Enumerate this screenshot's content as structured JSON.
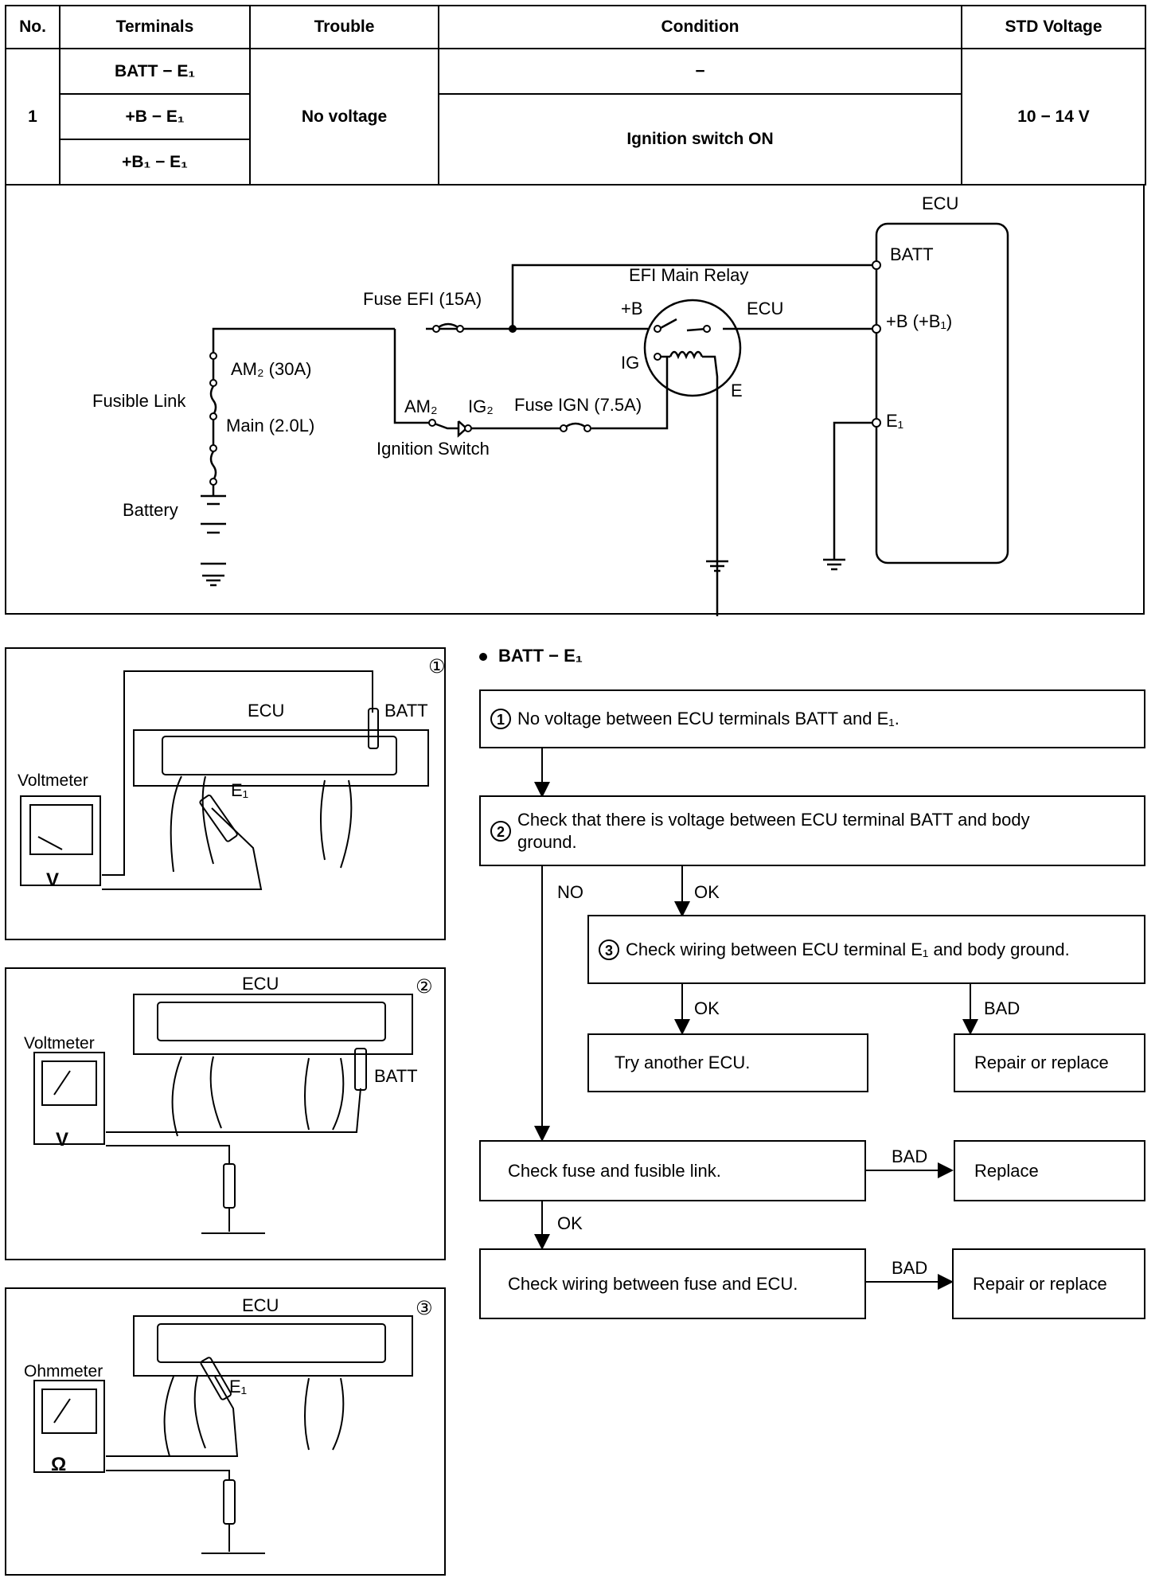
{
  "table": {
    "headers": {
      "no": "No.",
      "terminals": "Terminals",
      "trouble": "Trouble",
      "condition": "Condition",
      "std_voltage": "STD Voltage"
    },
    "row": {
      "no": "1",
      "terminals": [
        "BATT − E₁",
        "+B − E₁",
        "+B₁ − E₁"
      ],
      "trouble": "No voltage",
      "condition_batt": "−",
      "condition_b": "Ignition switch ON",
      "std_voltage": "10 − 14 V"
    }
  },
  "circuit": {
    "ecu": "ECU",
    "batt": "BATT",
    "b_b1": "+B (+B₁)",
    "e1": "E₁",
    "efi_main_relay": "EFI Main Relay",
    "relay_b": "+B",
    "relay_ecu": "ECU",
    "relay_ig": "IG",
    "relay_e": "E",
    "fuse_efi": "Fuse EFI (15A)",
    "am2_30a": "AM₂ (30A)",
    "fusible_link": "Fusible Link",
    "main_20l": "Main (2.0L)",
    "battery": "Battery",
    "am2": "AM₂",
    "ig2": "IG₂",
    "fuse_ign": "Fuse IGN (7.5A)",
    "ignition_switch": "Ignition Switch"
  },
  "panels": [
    {
      "num": "①",
      "ecu": "ECU",
      "meter": "Voltmeter",
      "probe1": "BATT",
      "probe2": "E₁",
      "unit": "V"
    },
    {
      "num": "②",
      "ecu": "ECU",
      "meter": "Voltmeter",
      "probe1": "BATT",
      "unit": "V"
    },
    {
      "num": "③",
      "ecu": "ECU",
      "meter": "Ohmmeter",
      "probe2": "E₁",
      "unit": "Ω"
    }
  ],
  "flow": {
    "heading": "BATT − E₁",
    "step1": "No voltage between ECU terminals BATT and E₁.",
    "step2": "Check that there is voltage between ECU terminal BATT and body ground.",
    "step3": "Check wiring between ECU terminal E₁ and body ground.",
    "try_ecu": "Try another ECU.",
    "repair1": "Repair or replace",
    "check_fuse": "Check fuse and fusible link.",
    "replace": "Replace",
    "check_wiring": "Check wiring between fuse and ECU.",
    "repair2": "Repair or replace",
    "no": "NO",
    "ok": "OK",
    "bad": "BAD"
  }
}
